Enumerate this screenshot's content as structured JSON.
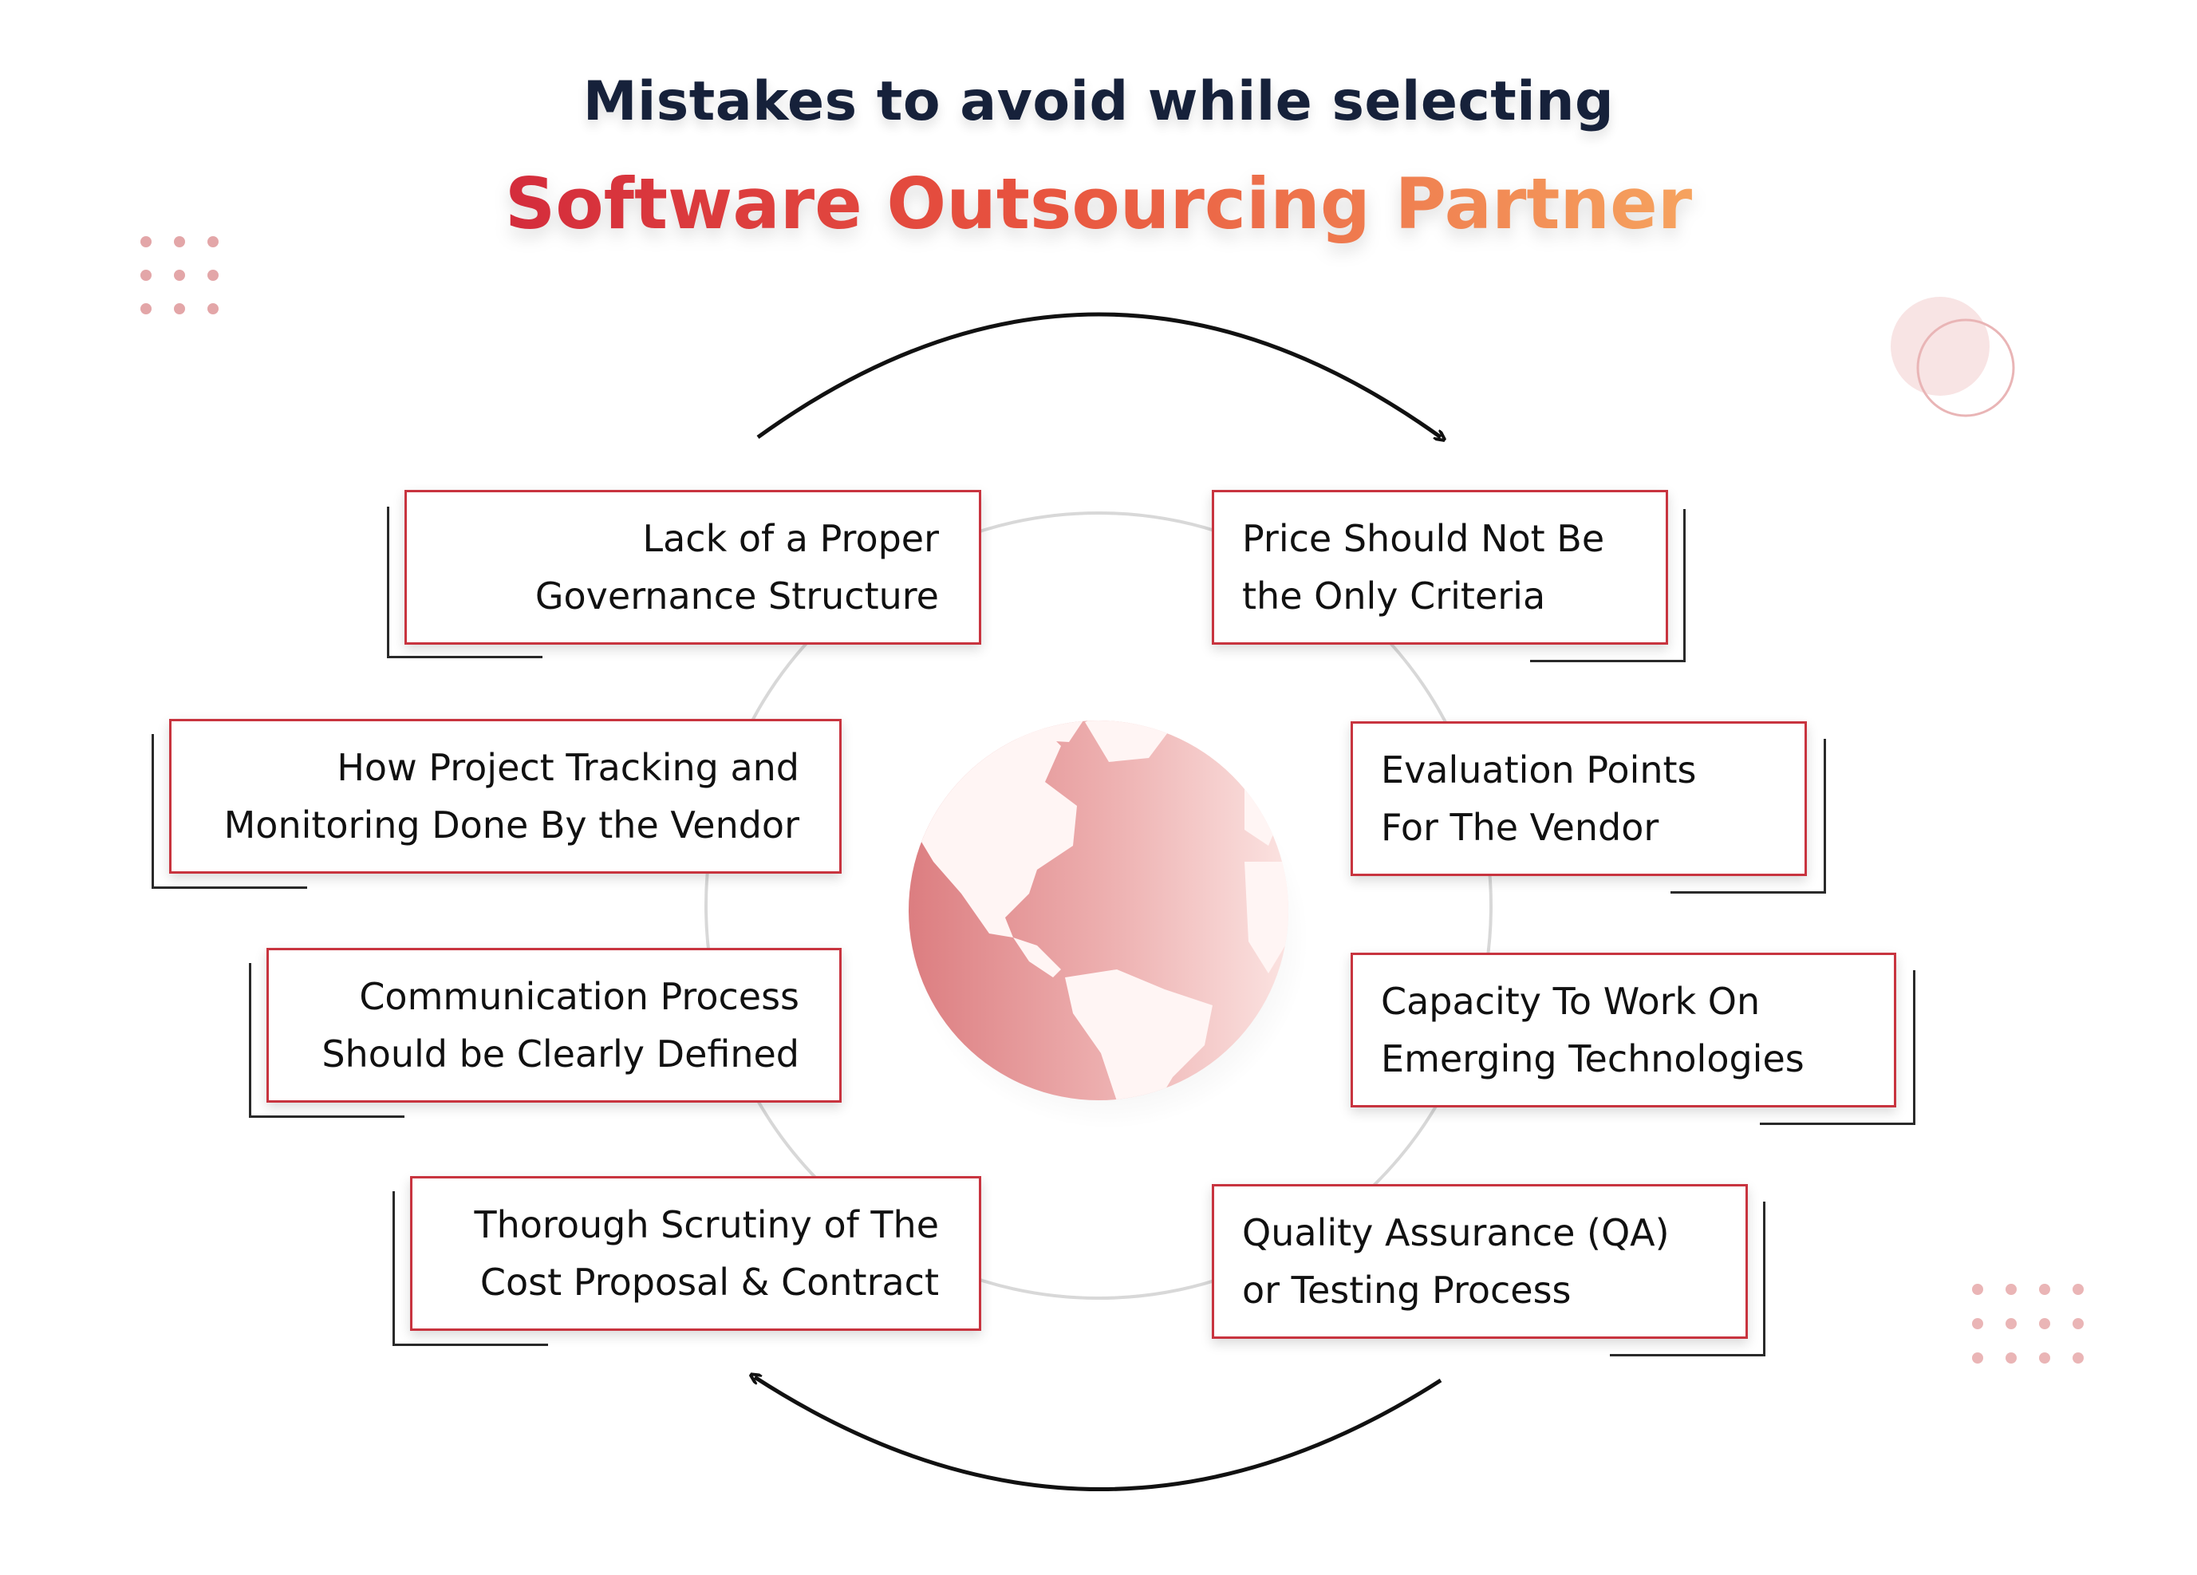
{
  "title": {
    "line1": "Mistakes to avoid while selecting",
    "line2": "Software Outsourcing Partner"
  },
  "colors": {
    "accent_red": "#c8343f",
    "title_gradient_start": "#d42c3c",
    "title_gradient_end": "#f6a35f",
    "dark_text": "#16213a"
  },
  "center_icon": "globe-icon",
  "left_items": [
    {
      "text": "Lack of a Proper\nGovernance Structure"
    },
    {
      "text": "How Project Tracking and\nMonitoring Done By the Vendor"
    },
    {
      "text": "Communication Process\nShould be Clearly Defined"
    },
    {
      "text": "Thorough Scrutiny of The\nCost Proposal & Contract"
    }
  ],
  "right_items": [
    {
      "text": "Price Should Not Be\nthe Only Criteria"
    },
    {
      "text": "Evaluation Points\nFor The Vendor"
    },
    {
      "text": "Capacity To Work On\nEmerging Technologies"
    },
    {
      "text": "Quality Assurance (QA)\nor Testing Process"
    }
  ]
}
